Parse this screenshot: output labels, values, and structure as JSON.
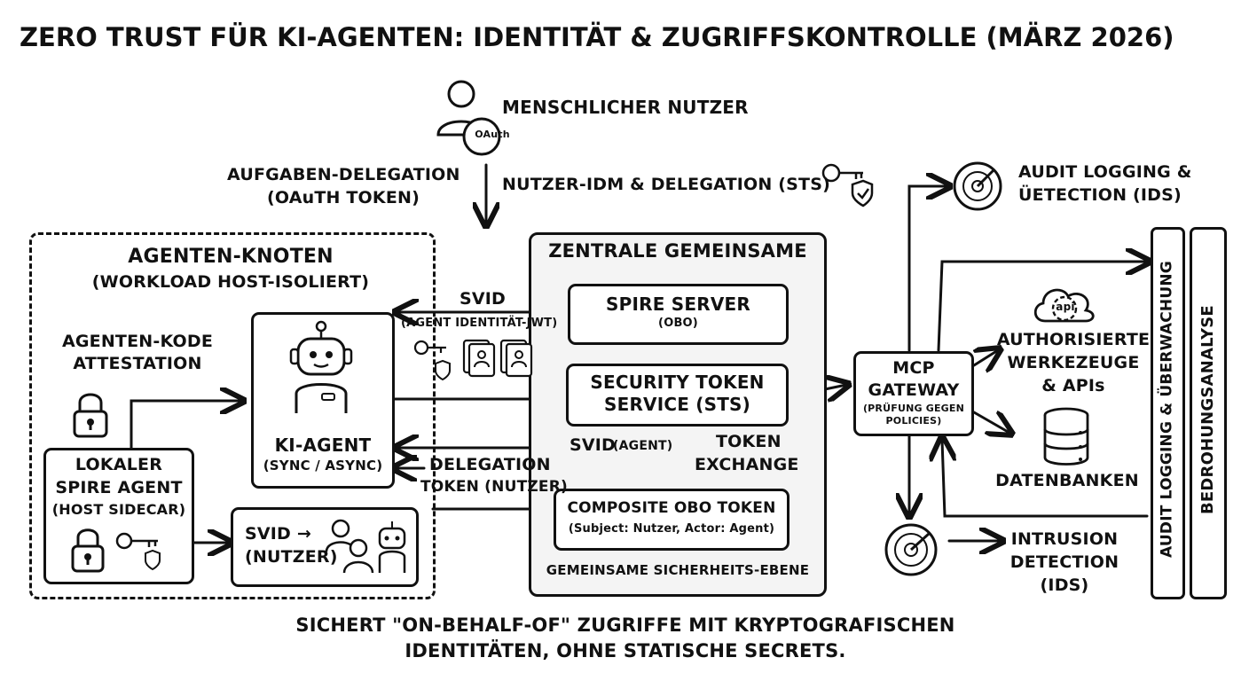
{
  "title": "ZERO TRUST FÜR KI-AGENTEN: IDENTITÄT & ZUGRIFFSKONTROLLE (MÄRZ 2026)",
  "user": {
    "label": "MENSCHLICHER NUTZER",
    "badge": "OAuth"
  },
  "delegation": {
    "line1": "AUFGABEN-DELEGATION",
    "line2": "(OAuTH TOKEN)"
  },
  "user_idm": "NUTZER-IDM & DELEGATION (STS)",
  "audit_top": {
    "line1": "AUDIT LOGGING &",
    "line2": "ÜETECTION (IDS)"
  },
  "agent_node": {
    "title": "AGENTEN-KNOTEN",
    "subtitle": "(WORKLOAD HOST-ISOLIERT)",
    "attestation": {
      "line1": "AGENTEN-KODE",
      "line2": "ATTESTATION"
    },
    "ki_agent": {
      "title": "KI-AGENT",
      "sub": "(SYNC / ASYNC)"
    },
    "spire_agent": {
      "line1": "LOKALER",
      "line2": "SPIRE AGENT",
      "line3": "(HOST SIDECAR)"
    },
    "svid_user": {
      "line1": "SVID →",
      "line2": "(NUTZER)"
    }
  },
  "central": {
    "title": "ZENTRALE GEMEINSAME",
    "spire_server": {
      "title": "SPIRE SERVER",
      "sub": "(OBO)"
    },
    "sts": {
      "line1": "SECURITY TOKEN",
      "line2": "SERVICE (STS)"
    },
    "composite": {
      "title": "COMPOSITE OBO TOKEN",
      "sub": "(Subject: Nutzer, Actor: Agent)"
    },
    "footer": "GEMEINSAME SICHERHEITS-EBENE",
    "token_exchange": {
      "line1": "TOKEN",
      "line2": "EXCHANGE"
    }
  },
  "arrows": {
    "svid_top": "SVID",
    "svid_top_sub": "(AGENT IDENTITÄT-JWT)",
    "svid_agent": "SVID",
    "svid_agent_sub": "(AGENT)",
    "delegation_token": "DELEGATION",
    "delegation_token_sub": "TOKEN (NUTZER)"
  },
  "gateway": {
    "line1": "MCP",
    "line2": "GATEWAY",
    "sub1": "(PRÜFUNG GEGEN",
    "sub2": "POLICIES)"
  },
  "tools": {
    "api_badge": "api",
    "line1": "AUTHORISIERTE",
    "line2": "WERKEZEUGE",
    "line3": "& APIs"
  },
  "databases": "DATENBANKEN",
  "ids": {
    "line1": "INTRUSION",
    "line2": "DETECTION",
    "line3": "(IDS)"
  },
  "side_panels": {
    "audit": "AUDIT LOGGING & ÜBERWACHUNG",
    "threat": "BEDROHUNGSANALYSE"
  },
  "footer": {
    "line1": "SICHERT \"ON-BEHALF-OF\" ZUGRIFFE MIT KRYPTOGRAFISCHEN",
    "line2": "IDENTITÄTEN, OHNE STATISCHE SECRETS."
  }
}
